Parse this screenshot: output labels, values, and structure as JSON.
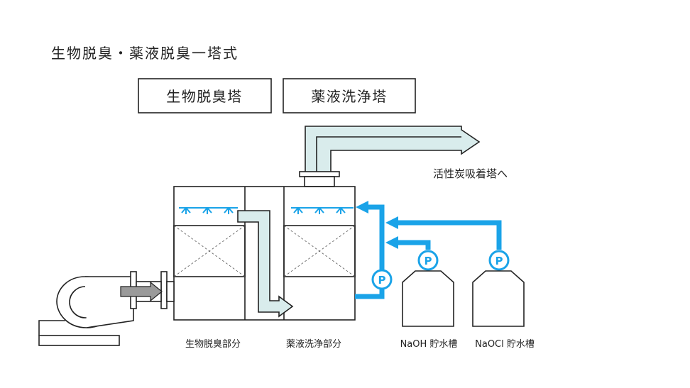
{
  "title": "生物脱臭・薬液脱臭一塔式",
  "tower_labels": {
    "bio_tower": "生物脱臭塔",
    "chem_tower": "薬液洗浄塔"
  },
  "outlet_label": "活性炭吸着塔へ",
  "section_labels": {
    "bio_section": "生物脱臭部分",
    "chem_section": "薬液洗浄部分"
  },
  "tank_labels": {
    "naoh": "NaOH 貯水槽",
    "naocl": "NaOCl 貯水槽"
  },
  "pump_label": "P",
  "colors": {
    "liquid_line": "#1aa3e8",
    "gas_flow": "#d9ecec",
    "inlet_arrow": "#9a9a9a",
    "outline": "#222222"
  }
}
